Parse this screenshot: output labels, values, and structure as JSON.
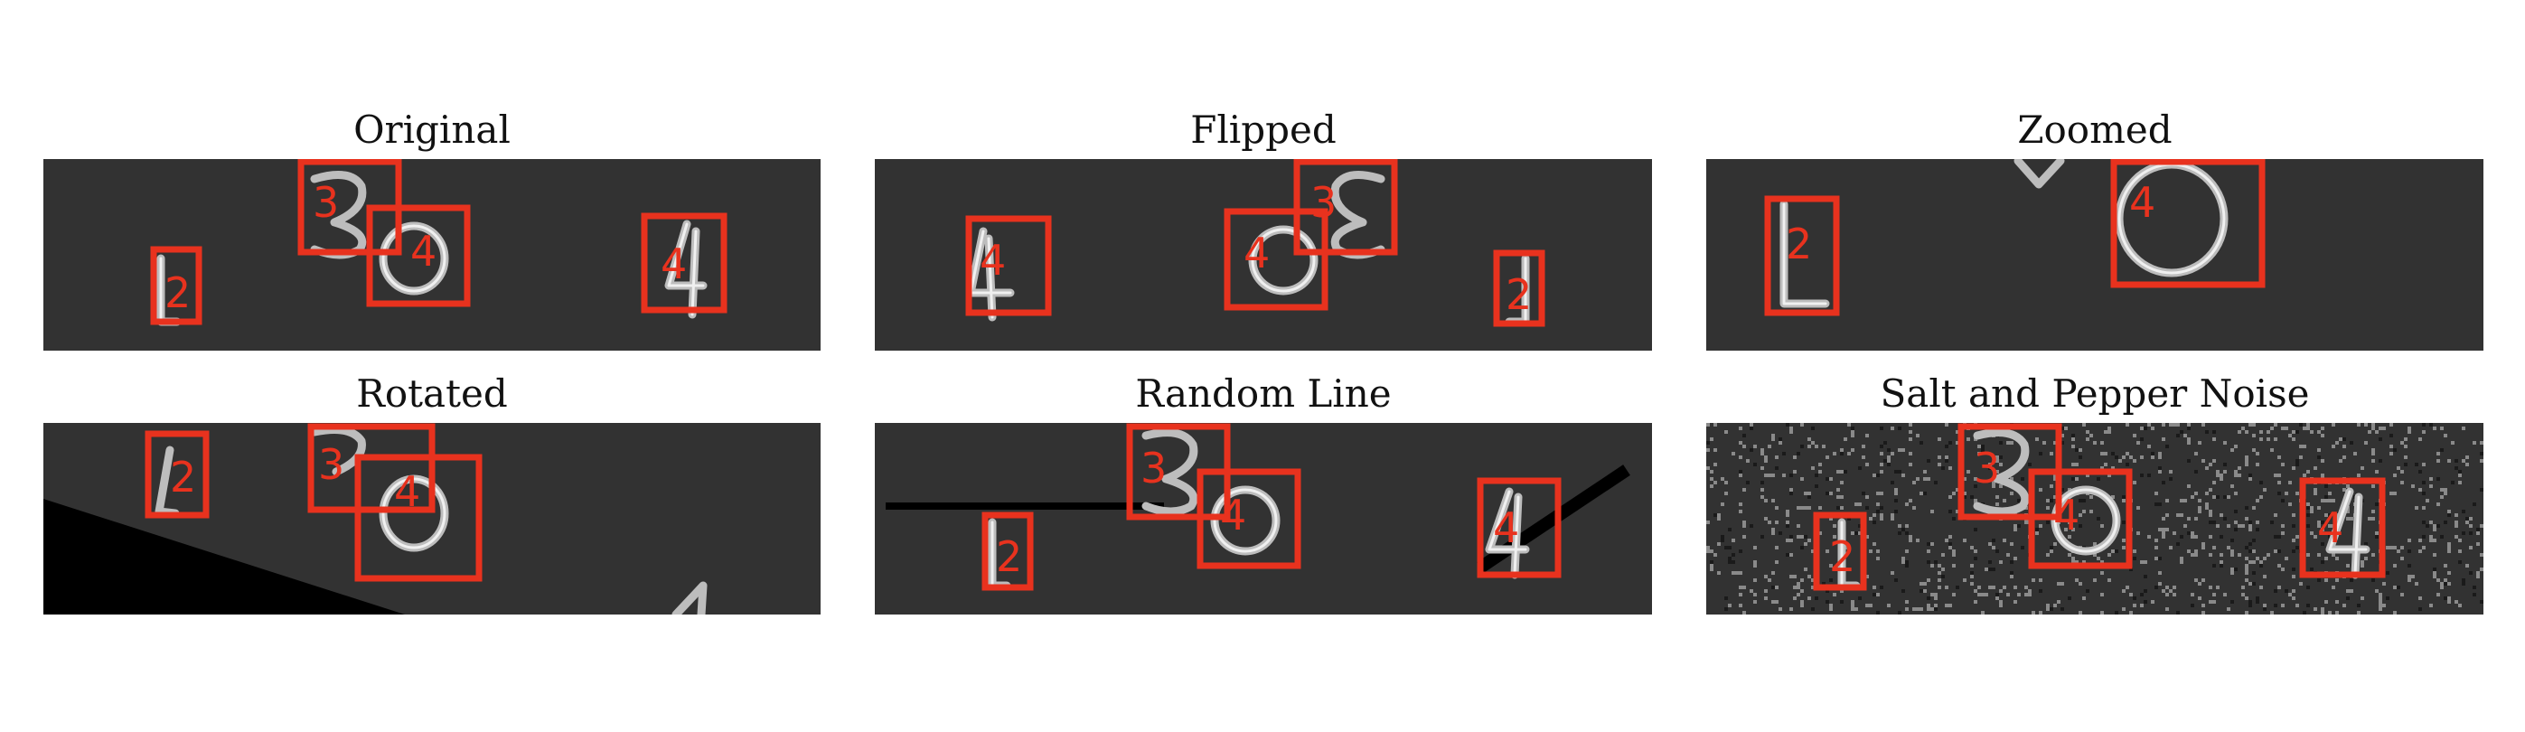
{
  "figure": {
    "panels": [
      {
        "id": "original",
        "title": "Original",
        "detections": [
          {
            "label": "2"
          },
          {
            "label": "3"
          },
          {
            "label": "4"
          },
          {
            "label": "4"
          }
        ]
      },
      {
        "id": "flipped",
        "title": "Flipped",
        "detections": [
          {
            "label": "4"
          },
          {
            "label": "4"
          },
          {
            "label": "3"
          },
          {
            "label": "2"
          }
        ]
      },
      {
        "id": "zoomed",
        "title": "Zoomed",
        "detections": [
          {
            "label": "2"
          },
          {
            "label": "4"
          }
        ]
      },
      {
        "id": "rotated",
        "title": "Rotated",
        "detections": [
          {
            "label": "2"
          },
          {
            "label": "3"
          },
          {
            "label": "4"
          }
        ]
      },
      {
        "id": "random-line",
        "title": "Random Line",
        "detections": [
          {
            "label": "3"
          },
          {
            "label": "4"
          },
          {
            "label": "2"
          },
          {
            "label": "4"
          }
        ]
      },
      {
        "id": "salt-pepper",
        "title": "Salt and Pepper Noise",
        "detections": [
          {
            "label": "3"
          },
          {
            "label": "4"
          },
          {
            "label": "2"
          },
          {
            "label": "4"
          }
        ]
      }
    ]
  },
  "colors": {
    "box": "#e8321e",
    "image_background": "#323232",
    "digit": "#bdbdbd"
  }
}
